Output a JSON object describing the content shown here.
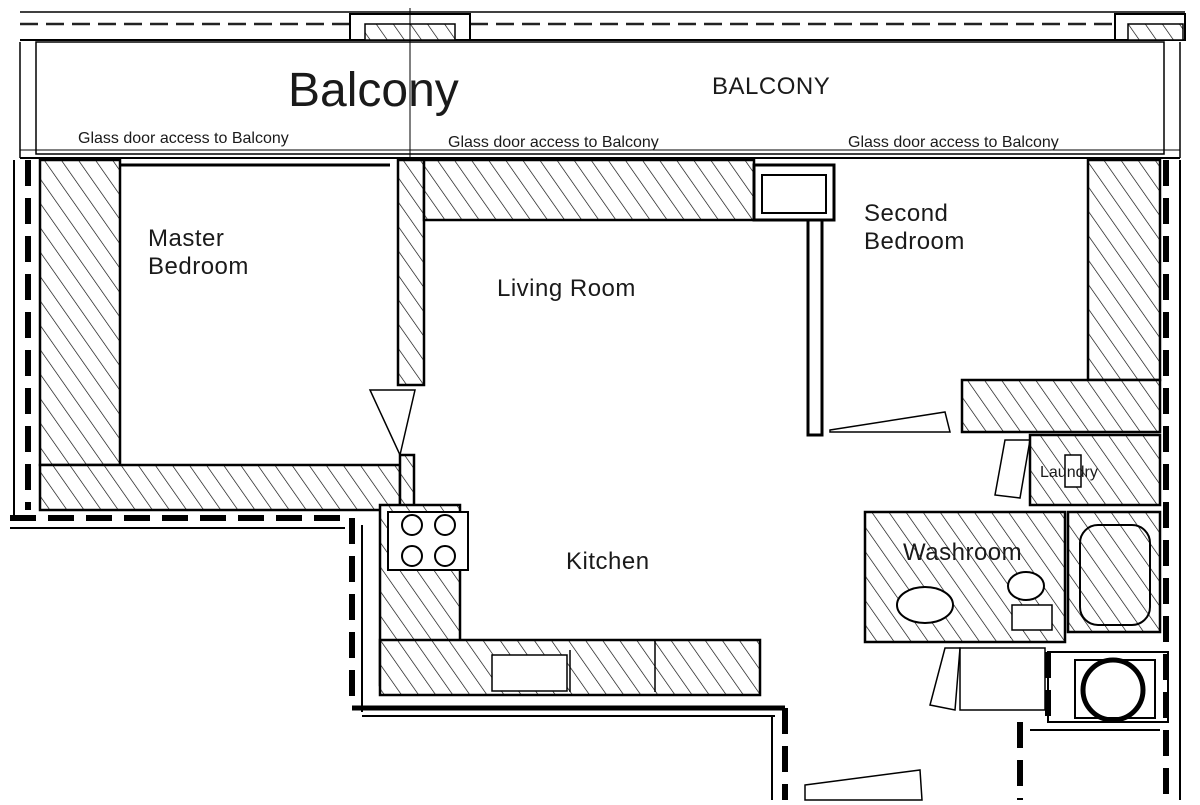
{
  "labels": {
    "balcony_large": "Balcony",
    "balcony_small": "BALCONY",
    "glass_door_1": "Glass door access to Balcony",
    "glass_door_2": "Glass door access to Balcony",
    "glass_door_3": "Glass door access to Balcony",
    "master_line1": "Master",
    "master_line2": "Bedroom",
    "second_line1": "Second",
    "second_line2": "Bedroom",
    "living_room": "Living Room",
    "kitchen": "Kitchen",
    "laundry": "Laundry",
    "washroom": "Washroom"
  }
}
